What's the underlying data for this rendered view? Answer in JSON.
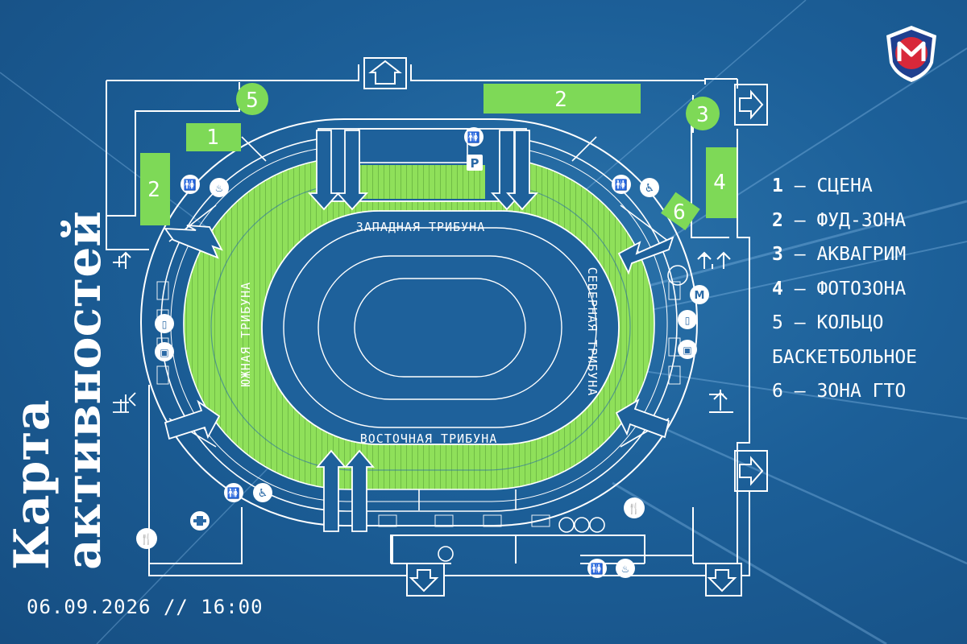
{
  "title": {
    "line1": "Карта",
    "line2": "активностей"
  },
  "date_time": "06.09.2026 // 16:00",
  "legend": [
    {
      "num": "1",
      "label": "СЦЕНА"
    },
    {
      "num": "2",
      "label": "ФУД-ЗОНА"
    },
    {
      "num": "3",
      "label": "АКВАГРИМ"
    },
    {
      "num": "4",
      "label": "ФОТОЗОНА"
    },
    {
      "num": "5",
      "label": "КОЛЬЦО БАСКЕТБОЛЬНОЕ"
    },
    {
      "num": "6",
      "label": "ЗОНА ГТО"
    }
  ],
  "legend_dash": "–",
  "stands": {
    "west": "ЗАПАДНАЯ ТРИБУНА",
    "east": "ВОСТОЧНАЯ ТРИБУНА",
    "south": "ЮЖНАЯ ТРИБУНА",
    "north": "СЕВЕРНАЯ ТРИБУНА"
  },
  "zone_labels": {
    "z1": "1",
    "z2a": "2",
    "z2b": "2",
    "z3": "3",
    "z4": "4",
    "z5": "5",
    "z6": "6"
  },
  "icons": {
    "parking": "P",
    "metro": "M",
    "restroom_names": [
      "restroom-icon",
      "wheelchair-icon",
      "shower-icon",
      "luggage-icon",
      "first-aid-icon",
      "food-icon",
      "entrance-arrow-icon",
      "exit-arrow-icon"
    ]
  },
  "colors": {
    "background": "#1b5d96",
    "zone_green": "#7ed957",
    "seat_green": "#8fe05a",
    "line": "#ffffff",
    "logo_red": "#d8283a",
    "logo_navy": "#1f3f8f"
  }
}
